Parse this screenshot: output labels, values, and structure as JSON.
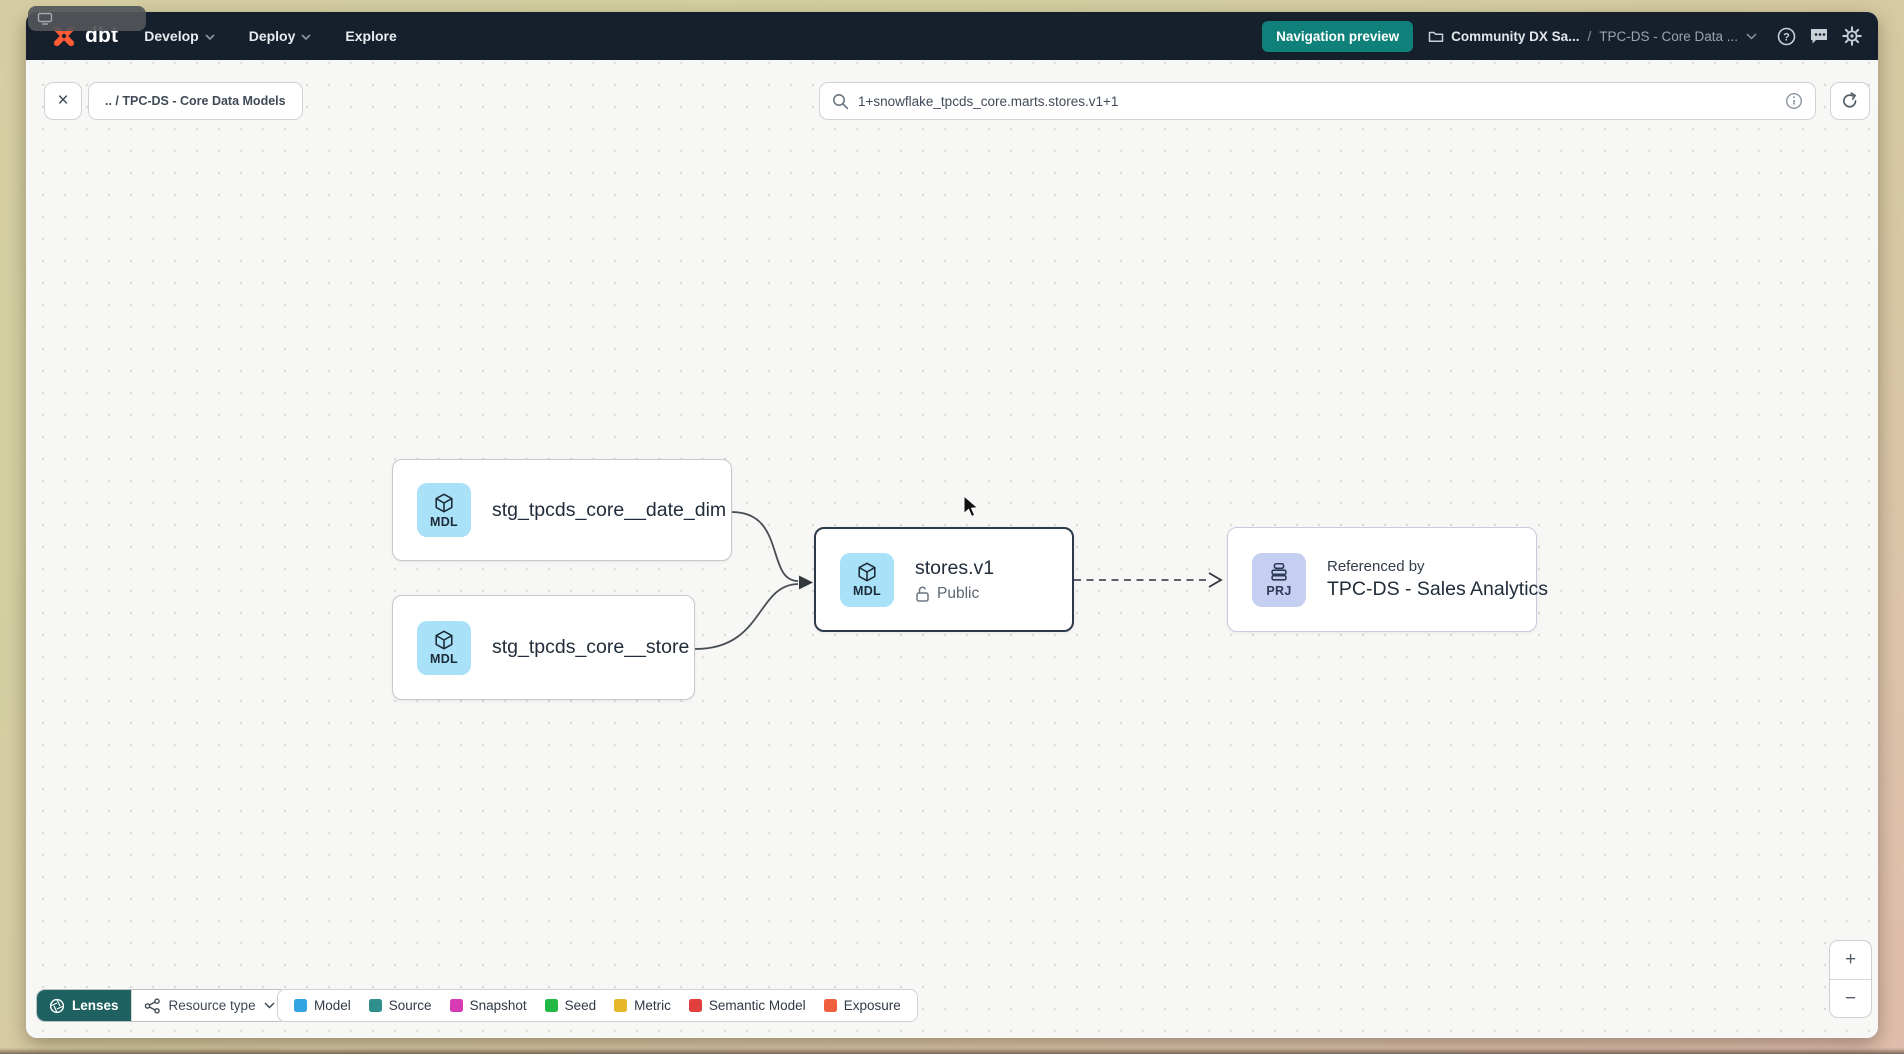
{
  "header": {
    "logo_text": "dbt",
    "nav": [
      {
        "label": "Develop",
        "has_chevron": true
      },
      {
        "label": "Deploy",
        "has_chevron": true
      },
      {
        "label": "Explore",
        "has_chevron": false
      }
    ],
    "preview_badge": "Navigation preview",
    "account_breadcrumb": "Community DX Sa...",
    "breadcrumb_separator": "/",
    "project_breadcrumb": "TPC-DS - Core Data ..."
  },
  "toolbar": {
    "close_label": "×",
    "breadcrumb_chip": ".. / TPC-DS - Core Data Models",
    "search_value": "1+snowflake_tpcds_core.marts.stores.v1+1"
  },
  "graph": {
    "nodes": [
      {
        "badge": "MDL",
        "label": "stg_tpcds_core__date_dim"
      },
      {
        "badge": "MDL",
        "label": "stg_tpcds_core__store"
      },
      {
        "badge": "MDL",
        "label": "stores.v1",
        "access": "Public",
        "selected": true
      },
      {
        "badge": "PRJ",
        "title": "Referenced by",
        "label": "TPC-DS - Sales Analytics"
      }
    ]
  },
  "footer": {
    "lenses_label": "Lenses",
    "resource_type_label": "Resource type",
    "legend": [
      {
        "label": "Model",
        "color": "#33a3e2"
      },
      {
        "label": "Source",
        "color": "#2f8f8d"
      },
      {
        "label": "Snapshot",
        "color": "#d63ab5"
      },
      {
        "label": "Seed",
        "color": "#21b845"
      },
      {
        "label": "Metric",
        "color": "#e7b72a"
      },
      {
        "label": "Semantic Model",
        "color": "#e13e3e"
      },
      {
        "label": "Exposure",
        "color": "#f05e3d"
      }
    ]
  },
  "zoom_controls": {
    "zoom_in": "+",
    "zoom_out": "−"
  },
  "colors": {
    "header_bg": "#16202d",
    "brand_orange": "#ff5c35",
    "accent_teal": "#10807a",
    "lenses_teal": "#1e6160",
    "model_badge_bg": "#a9e2f8",
    "project_badge_bg": "#c5cff2"
  },
  "icons": {
    "search": "magnifier",
    "info": "circled-i",
    "refresh": "circular-arrow",
    "close": "×",
    "folder": "folder-outline",
    "chevron_down": "⌄",
    "help": "circled-?",
    "chat": "speech-bubble",
    "gear": "cogwheel",
    "model": "cube-outline",
    "project": "layer-stack",
    "unlock": "open-padlock",
    "lenses": "aperture",
    "resource_type": "network-nodes",
    "zoom_in": "+",
    "zoom_out": "−"
  }
}
